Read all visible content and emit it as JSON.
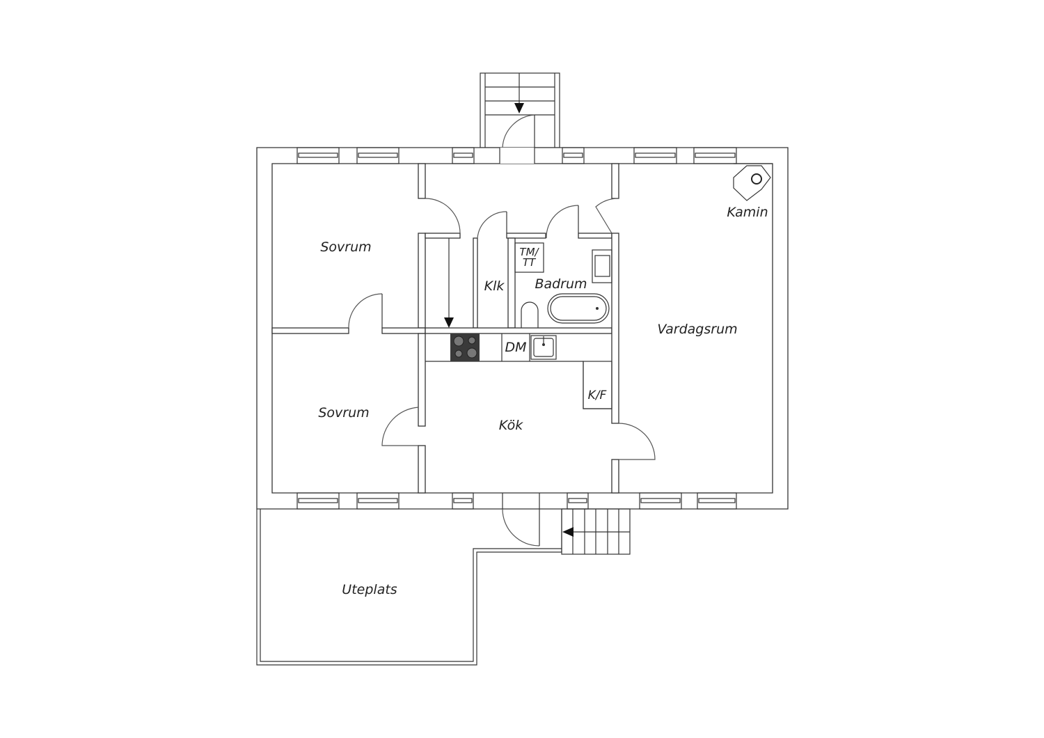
{
  "rooms": {
    "sovrum_top": "Sovrum",
    "sovrum_bottom": "Sovrum",
    "klk": "Klk",
    "badrum": "Badrum",
    "tm_tt_line1": "TM/",
    "tm_tt_line2": "TT",
    "dm": "DM",
    "kf": "K/F",
    "kok": "Kök",
    "vardagsrum": "Vardagsrum",
    "kamin": "Kamin",
    "uteplats": "Uteplats"
  },
  "colors": {
    "line": "#333333",
    "stove": "#3a3a3a"
  }
}
